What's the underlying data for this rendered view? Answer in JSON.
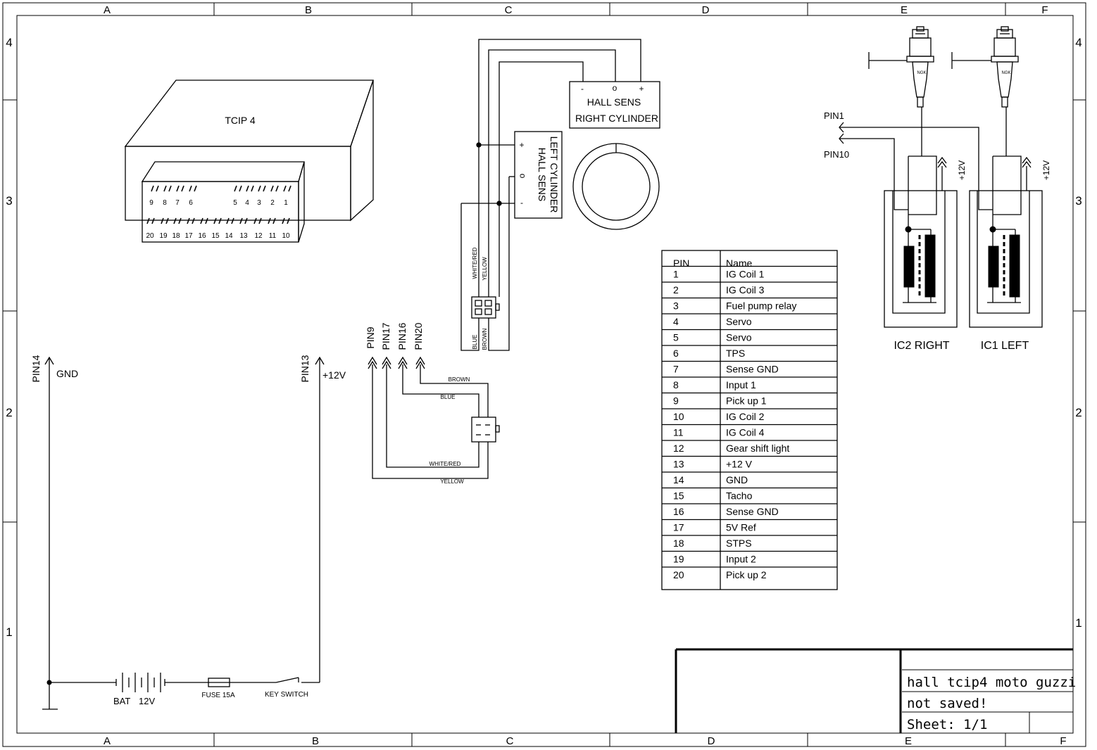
{
  "frame": {
    "columns": [
      "A",
      "B",
      "C",
      "D",
      "E",
      "F"
    ],
    "rows": [
      "4",
      "3",
      "2",
      "1"
    ]
  },
  "ecu": {
    "title": "TCIP 4",
    "top_pins_left": [
      "9",
      "8",
      "7",
      "6"
    ],
    "top_pins_right": [
      "5",
      "4",
      "3",
      "2",
      "1"
    ],
    "bottom_pins": [
      "20",
      "19",
      "18",
      "17",
      "16",
      "15",
      "14",
      "13",
      "12",
      "11",
      "10"
    ]
  },
  "hall_right": {
    "line1": "HALL SENS",
    "line2": "RIGHT CYLINDER",
    "minus": "-",
    "signal": "o",
    "plus": "+"
  },
  "hall_left": {
    "line1": "HALL SENS",
    "line2": "LEFT CYLINDER",
    "minus": "-",
    "signal": "o",
    "plus": "+"
  },
  "wires": {
    "white_red": "WHITE/RED",
    "yellow": "YELLOW",
    "blue": "BLUE",
    "brown": "BROWN"
  },
  "connector_pins": [
    "PIN9",
    "PIN17",
    "PIN16",
    "PIN20"
  ],
  "power": {
    "gnd_pin": "PIN14",
    "gnd_label": "GND",
    "v12_pin": "PIN13",
    "v12_label": "+12V",
    "battery_label": "BAT",
    "battery_voltage": "12V",
    "fuse_label": "FUSE 15A",
    "switch_label": "KEY SWITCH"
  },
  "ignition": {
    "pin1": "PIN1",
    "pin10": "PIN10",
    "plug_brand": "NGK",
    "coil_supply": "+12V",
    "coil_right": "IC2 RIGHT",
    "coil_left": "IC1 LEFT"
  },
  "pin_table": {
    "headers": [
      "PIN",
      "Name"
    ],
    "rows": [
      [
        "1",
        "IG Coil 1"
      ],
      [
        "2",
        "IG Coil 3"
      ],
      [
        "3",
        "Fuel pump relay"
      ],
      [
        "4",
        "Servo"
      ],
      [
        "5",
        "Servo"
      ],
      [
        "6",
        "TPS"
      ],
      [
        "7",
        "Sense GND"
      ],
      [
        "8",
        "Input 1"
      ],
      [
        "9",
        "Pick up 1"
      ],
      [
        "10",
        "IG Coil 2"
      ],
      [
        "11",
        "IG Coil 4"
      ],
      [
        "12",
        "Gear shift light"
      ],
      [
        "13",
        "+12 V"
      ],
      [
        "14",
        "GND"
      ],
      [
        "15",
        "Tacho"
      ],
      [
        "16",
        "Sense GND"
      ],
      [
        "17",
        "5V Ref"
      ],
      [
        "18",
        "STPS"
      ],
      [
        "19",
        "Input 2"
      ],
      [
        "20",
        "Pick up 2"
      ]
    ]
  },
  "title_block": {
    "title": "hall tcip4 moto guzzi",
    "status": "not saved!",
    "sheet": "Sheet: 1/1"
  }
}
